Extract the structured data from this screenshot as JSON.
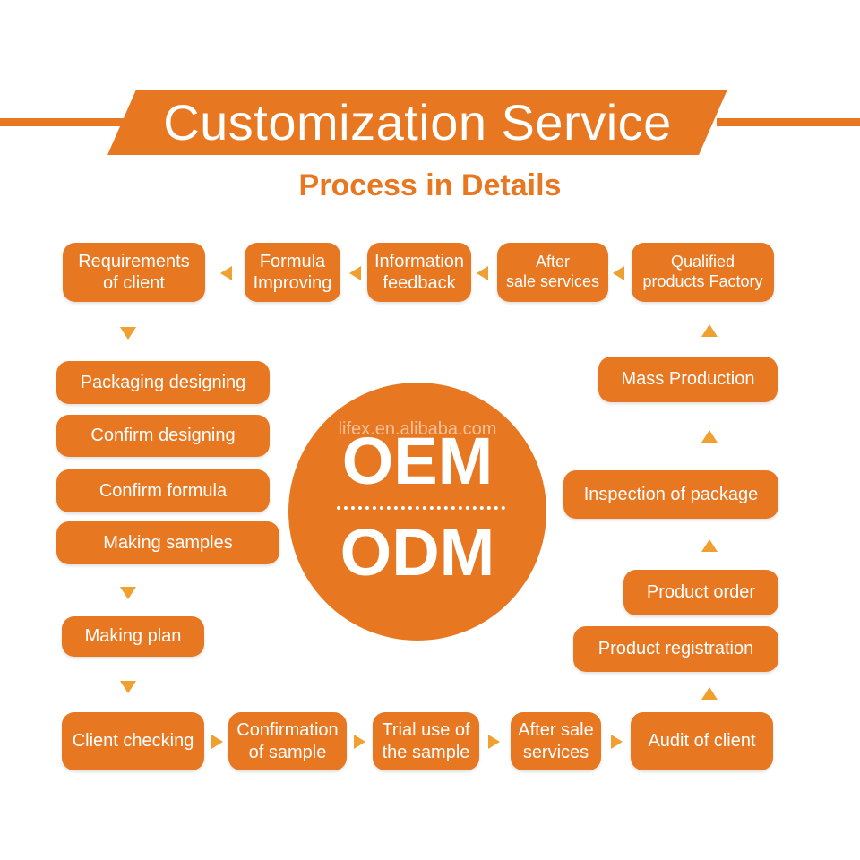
{
  "title": "Customization Service",
  "subtitle": "Process in Details",
  "center": {
    "watermark": "lifex.en.alibaba.com",
    "top": "OEM",
    "bottom": "ODM"
  },
  "steps": {
    "requirements_of_client": "Requirements\nof client",
    "formula_improving": "Formula\nImproving",
    "information_feedback": "Information\nfeedback",
    "after_sale_services_top": "After\nsale services",
    "qualified_products_factory": "Qualified\nproducts Factory",
    "packaging_designing": "Packaging designing",
    "confirm_designing": "Confirm designing",
    "confirm_formula": "Confirm formula",
    "making_samples": "Making samples",
    "making_plan": "Making plan",
    "client_checking": "Client checking",
    "confirmation_of_sample": "Confirmation\nof sample",
    "trial_use_of_the_sample": "Trial use of\nthe sample",
    "after_sale_services_bottom": "After sale\nservices",
    "audit_of_client": "Audit of client",
    "product_registration": "Product registration",
    "product_order": "Product order",
    "inspection_of_package": "Inspection of package",
    "mass_production": "Mass Production"
  },
  "colors": {
    "primary": "#e87722",
    "arrow": "#f0a030",
    "background": "#ffffff"
  }
}
